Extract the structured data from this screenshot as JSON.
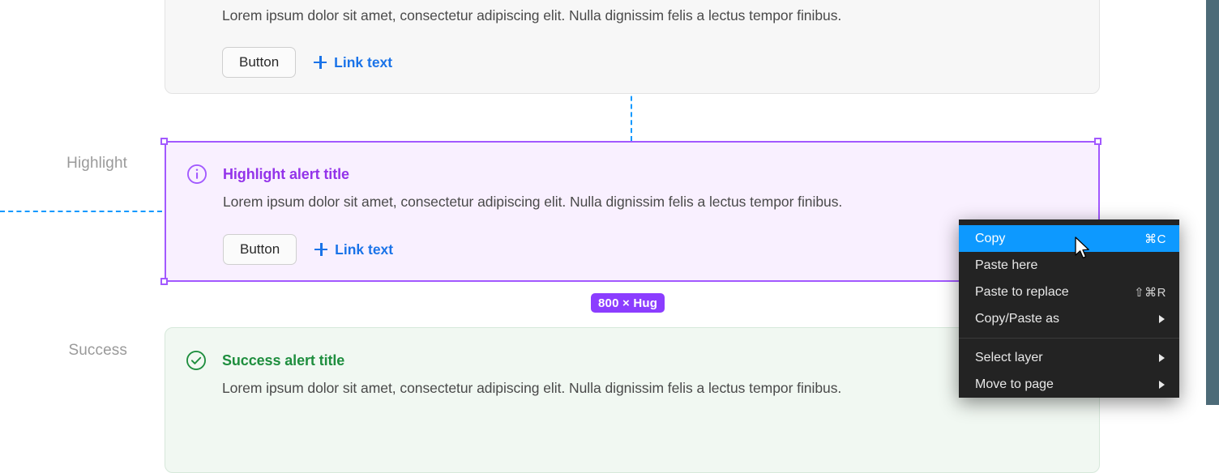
{
  "canvas": {
    "row_labels": [
      {
        "name": "highlight",
        "text": "Highlight"
      },
      {
        "name": "success",
        "text": "Success"
      }
    ],
    "selection": {
      "size_badge": "800 × Hug",
      "accent_color": "#a259ff",
      "badge_color": "#8b3dff",
      "guide_color": "#0d99ff"
    }
  },
  "cards": {
    "neutral": {
      "body": "Lorem ipsum dolor sit amet, consectetur adipiscing elit. Nulla dignissim felis a lectus tempor finibus.",
      "button_label": "Button",
      "link_label": "Link text",
      "plus_icon": "plus-icon",
      "bg_color": "#f7f7f7"
    },
    "highlight": {
      "icon": "info-circle-icon",
      "title": "Highlight alert title",
      "body": "Lorem ipsum dolor sit amet, consectetur adipiscing elit. Nulla dignissim felis a lectus tempor finibus.",
      "button_label": "Button",
      "link_label": "Link text",
      "plus_icon": "plus-icon",
      "title_color": "#9333ea",
      "bg_color": "#f9f0ff"
    },
    "success": {
      "icon": "check-circle-icon",
      "title": "Success alert title",
      "body": "Lorem ipsum dolor sit amet, consectetur adipiscing elit. Nulla dignissim felis a lectus tempor finibus.",
      "title_color": "#1e8e3e",
      "bg_color": "#f1f8f2"
    }
  },
  "context_menu": {
    "bg_color": "#232323",
    "highlight_color": "#0d99ff",
    "groups": [
      {
        "items": [
          {
            "name": "copy",
            "label": "Copy",
            "shortcut": "⌘C",
            "submenu": false,
            "selected": true
          },
          {
            "name": "paste-here",
            "label": "Paste here",
            "shortcut": "",
            "submenu": false,
            "selected": false
          },
          {
            "name": "paste-to-replace",
            "label": "Paste to replace",
            "shortcut": "⇧⌘R",
            "submenu": false,
            "selected": false
          },
          {
            "name": "copy-paste-as",
            "label": "Copy/Paste as",
            "shortcut": "",
            "submenu": true,
            "selected": false
          }
        ]
      },
      {
        "items": [
          {
            "name": "select-layer",
            "label": "Select layer",
            "shortcut": "",
            "submenu": true,
            "selected": false
          },
          {
            "name": "move-to-page",
            "label": "Move to page",
            "shortcut": "",
            "submenu": true,
            "selected": false
          }
        ]
      }
    ]
  }
}
